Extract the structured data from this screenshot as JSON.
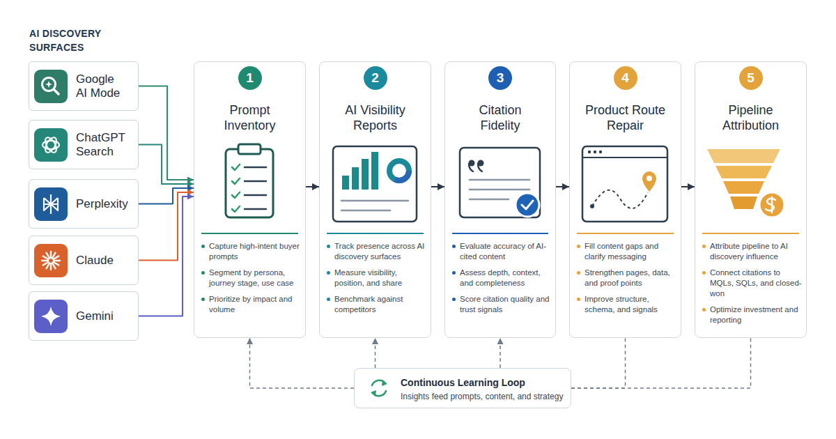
{
  "diagram": {
    "title": "AI DISCOVERY SURFACES",
    "nodes": [
      {
        "text": [
          "Google AI Mode"
        ]
      },
      {
        "text": [
          "ChatGPT Search"
        ]
      },
      {
        "text": [
          "Perplexity"
        ]
      },
      {
        "text": [
          "Claude"
        ]
      },
      {
        "text": [
          "Gemini"
        ]
      },
      {
        "text": [
          "1",
          "Prompt Inventory",
          "Capture high-intent buyer prompts",
          "Segment by persona, journey stage, use case",
          "Prioritize by impact and volume"
        ]
      },
      {
        "text": [
          "2",
          "AI Visibility Reports",
          "Track presence across AI discovery surfaces",
          "Measure visibility, position, and share",
          "Benchmark against competitors"
        ]
      },
      {
        "text": [
          "3",
          "Citation Fidelity",
          "Evaluate accuracy of AI-cited content",
          "Assess depth, context, and completeness",
          "Score citation quality and trust signals"
        ]
      },
      {
        "text": [
          "4",
          "Product Route Repair",
          "Fill content gaps and clarify messaging",
          "Strengthen pages, data, and proof points",
          "Improve structure, schema, and signals"
        ]
      },
      {
        "text": [
          "5",
          "Pipeline Attribution",
          "Attribute pipeline to AI discovery influence",
          "Connect citations to MQLs, SQLs, and closed-won",
          "Optimize investment and reporting"
        ]
      },
      {
        "text": [
          "Continuous Learning Loop",
          "Insights feed prompts, content, and strategy"
        ]
      }
    ],
    "edges": [
      {
        "from": 0,
        "to": 5,
        "arrow": "to"
      },
      {
        "from": 1,
        "to": 5,
        "arrow": "to"
      },
      {
        "from": 2,
        "to": 5,
        "arrow": "to"
      },
      {
        "from": 3,
        "to": 5,
        "arrow": "to"
      },
      {
        "from": 4,
        "to": 5,
        "arrow": "to"
      },
      {
        "from": 5,
        "to": 6,
        "arrow": "to"
      },
      {
        "from": 6,
        "to": 7,
        "arrow": "to"
      },
      {
        "from": 7,
        "to": 8,
        "arrow": "to"
      },
      {
        "from": 8,
        "to": 9,
        "arrow": "to"
      },
      {
        "from": 10,
        "to": 5,
        "arrow": "to"
      },
      {
        "from": 10,
        "to": 6,
        "arrow": "to"
      },
      {
        "from": 10,
        "to": 7,
        "arrow": "to"
      },
      {
        "from": 10,
        "to": 8,
        "arrow": "none"
      },
      {
        "from": 10,
        "to": 9,
        "arrow": "none"
      }
    ]
  }
}
